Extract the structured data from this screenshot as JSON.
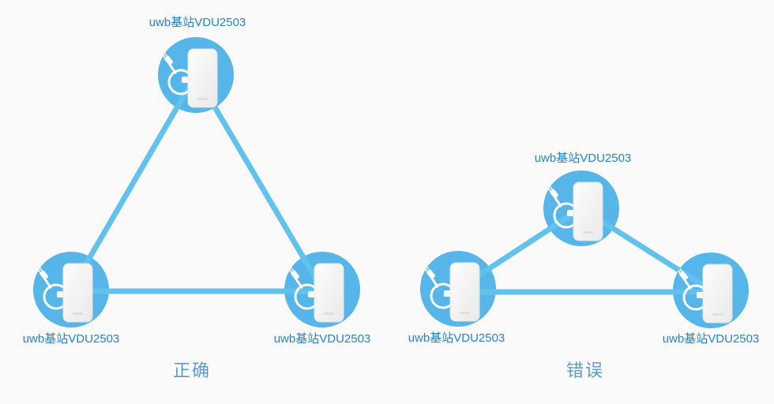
{
  "colors": {
    "background": "#fafafa",
    "node_circle": "#56b5e9",
    "link_line": "#62c2ee",
    "label_text": "#2583cb",
    "caption_text": "#5e9ad2",
    "device_body": "#f4f4f4",
    "cable": "#ffffff"
  },
  "icons": {
    "node_device": "uwb-anchor-device-with-cable-icon"
  },
  "diagrams": [
    {
      "caption": "正确",
      "nodes": [
        {
          "label": "uwb基站VDU2503"
        },
        {
          "label": "uwb基站VDU2503"
        },
        {
          "label": "uwb基站VDU2503"
        }
      ]
    },
    {
      "caption": "错误",
      "nodes": [
        {
          "label": "uwb基站VDU2503"
        },
        {
          "label": "uwb基站VDU2503"
        },
        {
          "label": "uwb基站VDU2503"
        }
      ]
    }
  ]
}
